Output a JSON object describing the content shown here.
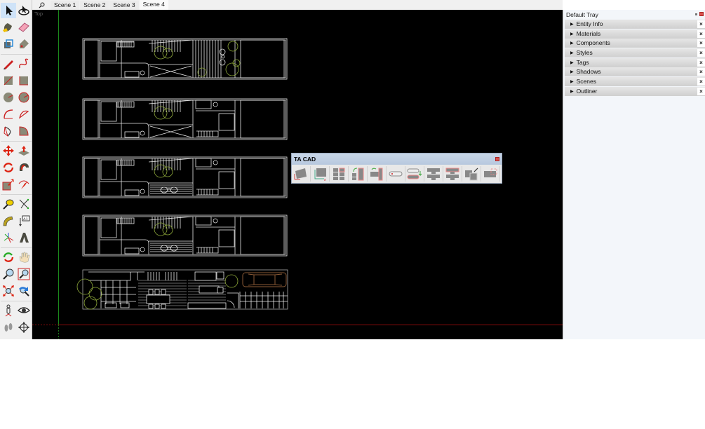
{
  "tabs": {
    "search_icon": "magnifier-icon",
    "scenes": [
      {
        "label": "Scene 1",
        "active": false
      },
      {
        "label": "Scene 2",
        "active": false
      },
      {
        "label": "Scene 3",
        "active": false
      },
      {
        "label": "Scene 4",
        "active": true
      }
    ]
  },
  "viewport": {
    "view_label": "Top",
    "background": "#000000",
    "axis_colors": {
      "green": "#1c8a1c",
      "red": "#8a0c0c"
    },
    "floor_plans": [
      {
        "level": 1,
        "description": "Floor plan with stairs, courtyard trees and rear terrace"
      },
      {
        "level": 2,
        "description": "Floor plan with bath, bedrooms and void"
      },
      {
        "level": 3,
        "description": "Floor plan with bedrooms and stair void"
      },
      {
        "level": 4,
        "description": "Floor plan with bedrooms and stair void"
      },
      {
        "level": 5,
        "description": "Ground floor with kitchen, dining, living and garage with car"
      }
    ]
  },
  "left_toolbar": {
    "tools": [
      {
        "name": "select-tool",
        "active": true
      },
      {
        "name": "orbit-tool"
      },
      {
        "name": "paint-bucket-tool"
      },
      {
        "name": "eraser-tool"
      },
      {
        "name": "make-component-tool"
      },
      {
        "name": "tag-tool"
      },
      {
        "name": "line-tool"
      },
      {
        "name": "freehand-tool"
      },
      {
        "name": "rectangle-tool"
      },
      {
        "name": "rotated-rectangle-tool"
      },
      {
        "name": "circle-tool"
      },
      {
        "name": "polygon-tool"
      },
      {
        "name": "arc-tool"
      },
      {
        "name": "two-point-arc-tool"
      },
      {
        "name": "three-point-arc-tool"
      },
      {
        "name": "pie-tool"
      },
      {
        "name": "move-tool"
      },
      {
        "name": "push-pull-tool"
      },
      {
        "name": "rotate-tool"
      },
      {
        "name": "follow-me-tool"
      },
      {
        "name": "scale-tool"
      },
      {
        "name": "offset-tool"
      },
      {
        "name": "tape-measure-tool"
      },
      {
        "name": "dimension-tool"
      },
      {
        "name": "protractor-tool"
      },
      {
        "name": "text-tool"
      },
      {
        "name": "axes-tool"
      },
      {
        "name": "3d-text-tool"
      },
      {
        "name": "orbit-view-tool"
      },
      {
        "name": "pan-tool"
      },
      {
        "name": "zoom-tool"
      },
      {
        "name": "zoom-window-tool"
      },
      {
        "name": "zoom-extents-tool"
      },
      {
        "name": "previous-view-tool"
      },
      {
        "name": "position-camera-tool"
      },
      {
        "name": "look-around-tool"
      },
      {
        "name": "walk-tool"
      },
      {
        "name": "section-plane-tool"
      }
    ]
  },
  "tacad_toolbar": {
    "title": "TA CAD",
    "buttons": [
      "flatten-icon",
      "align-to-axes-icon",
      "array-grid-icon",
      "rotate-array-icon",
      "move-align-icon",
      "text-label-icon",
      "swap-labels-icon",
      "merge-top-icon",
      "merge-bottom-icon",
      "edit-block-icon",
      "select-region-icon"
    ]
  },
  "tray": {
    "title": "Default Tray",
    "panels": [
      {
        "label": "Entity Info"
      },
      {
        "label": "Materials"
      },
      {
        "label": "Components"
      },
      {
        "label": "Styles"
      },
      {
        "label": "Tags"
      },
      {
        "label": "Shadows"
      },
      {
        "label": "Scenes"
      },
      {
        "label": "Outliner"
      }
    ],
    "close_glyph": "×",
    "expand_glyph": "▶"
  }
}
